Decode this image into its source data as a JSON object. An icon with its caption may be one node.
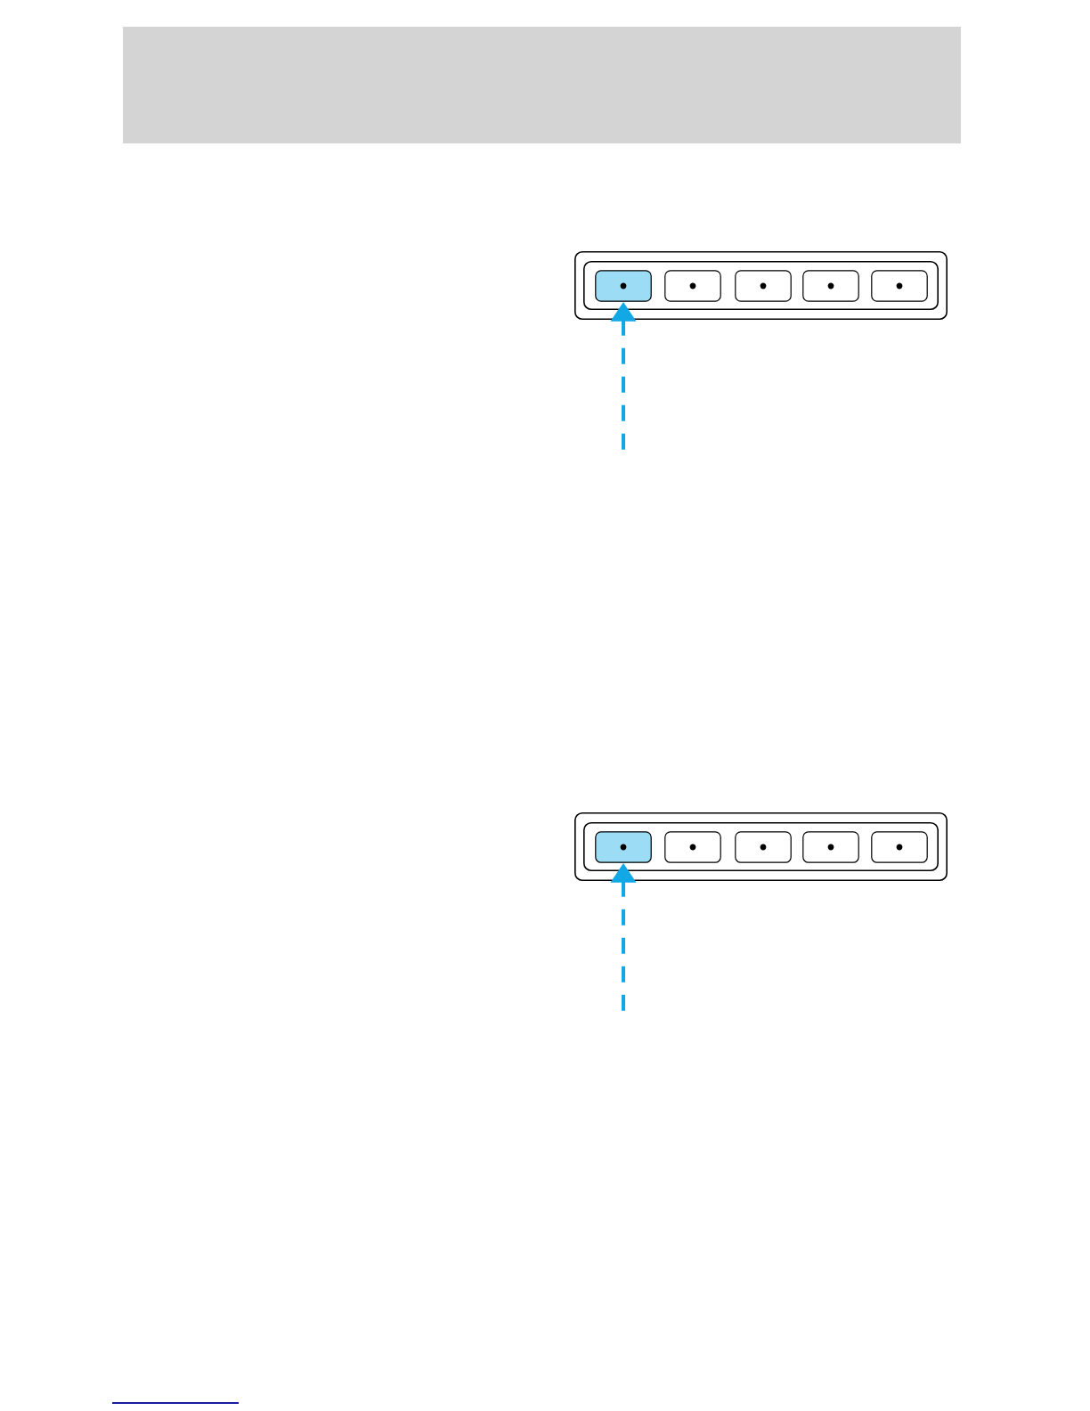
{
  "diagram": {
    "nodes": [
      {
        "text": [],
        "shape": "box"
      },
      {
        "text": [],
        "shape": "box",
        "in": 0
      },
      {
        "text": [],
        "shape": "box",
        "in": 1
      },
      {
        "text": [],
        "shape": "box",
        "in": 1
      },
      {
        "text": [],
        "shape": "box",
        "in": 1
      },
      {
        "text": [],
        "shape": "box",
        "in": 1
      },
      {
        "text": [],
        "shape": "box",
        "in": 1
      },
      {
        "text": [],
        "shape": "box"
      },
      {
        "text": [],
        "shape": "box",
        "in": 7
      },
      {
        "text": [],
        "shape": "box",
        "in": 8
      },
      {
        "text": [],
        "shape": "box",
        "in": 8
      },
      {
        "text": [],
        "shape": "box",
        "in": 8
      },
      {
        "text": [],
        "shape": "box",
        "in": 8
      },
      {
        "text": [],
        "shape": "box",
        "in": 8
      }
    ],
    "edges": [
      {
        "from": null,
        "to": 2,
        "arrow": "to",
        "style": "dashed"
      },
      {
        "from": null,
        "to": 9,
        "arrow": "to",
        "style": "dashed"
      }
    ]
  }
}
